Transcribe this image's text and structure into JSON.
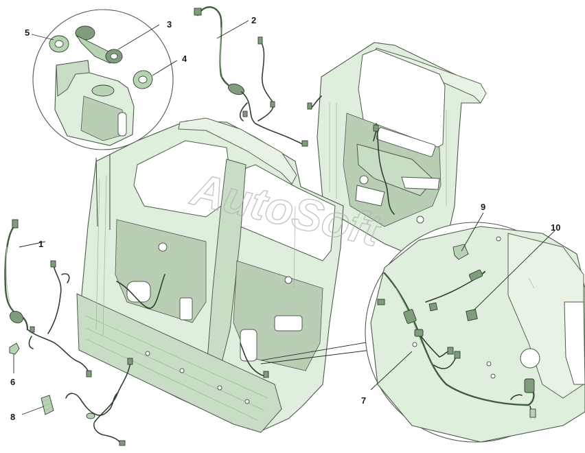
{
  "watermark": "AutoSoft",
  "callouts": {
    "c1": "1",
    "c2": "2",
    "c3": "3",
    "c4": "4",
    "c5": "5",
    "c6": "6",
    "c7": "7",
    "c8": "8",
    "c9": "9",
    "c10": "10"
  },
  "colors": {
    "panel_fill": "#dfeedd",
    "outline": "#4d5a4b",
    "wire": "#2f3f2f"
  }
}
